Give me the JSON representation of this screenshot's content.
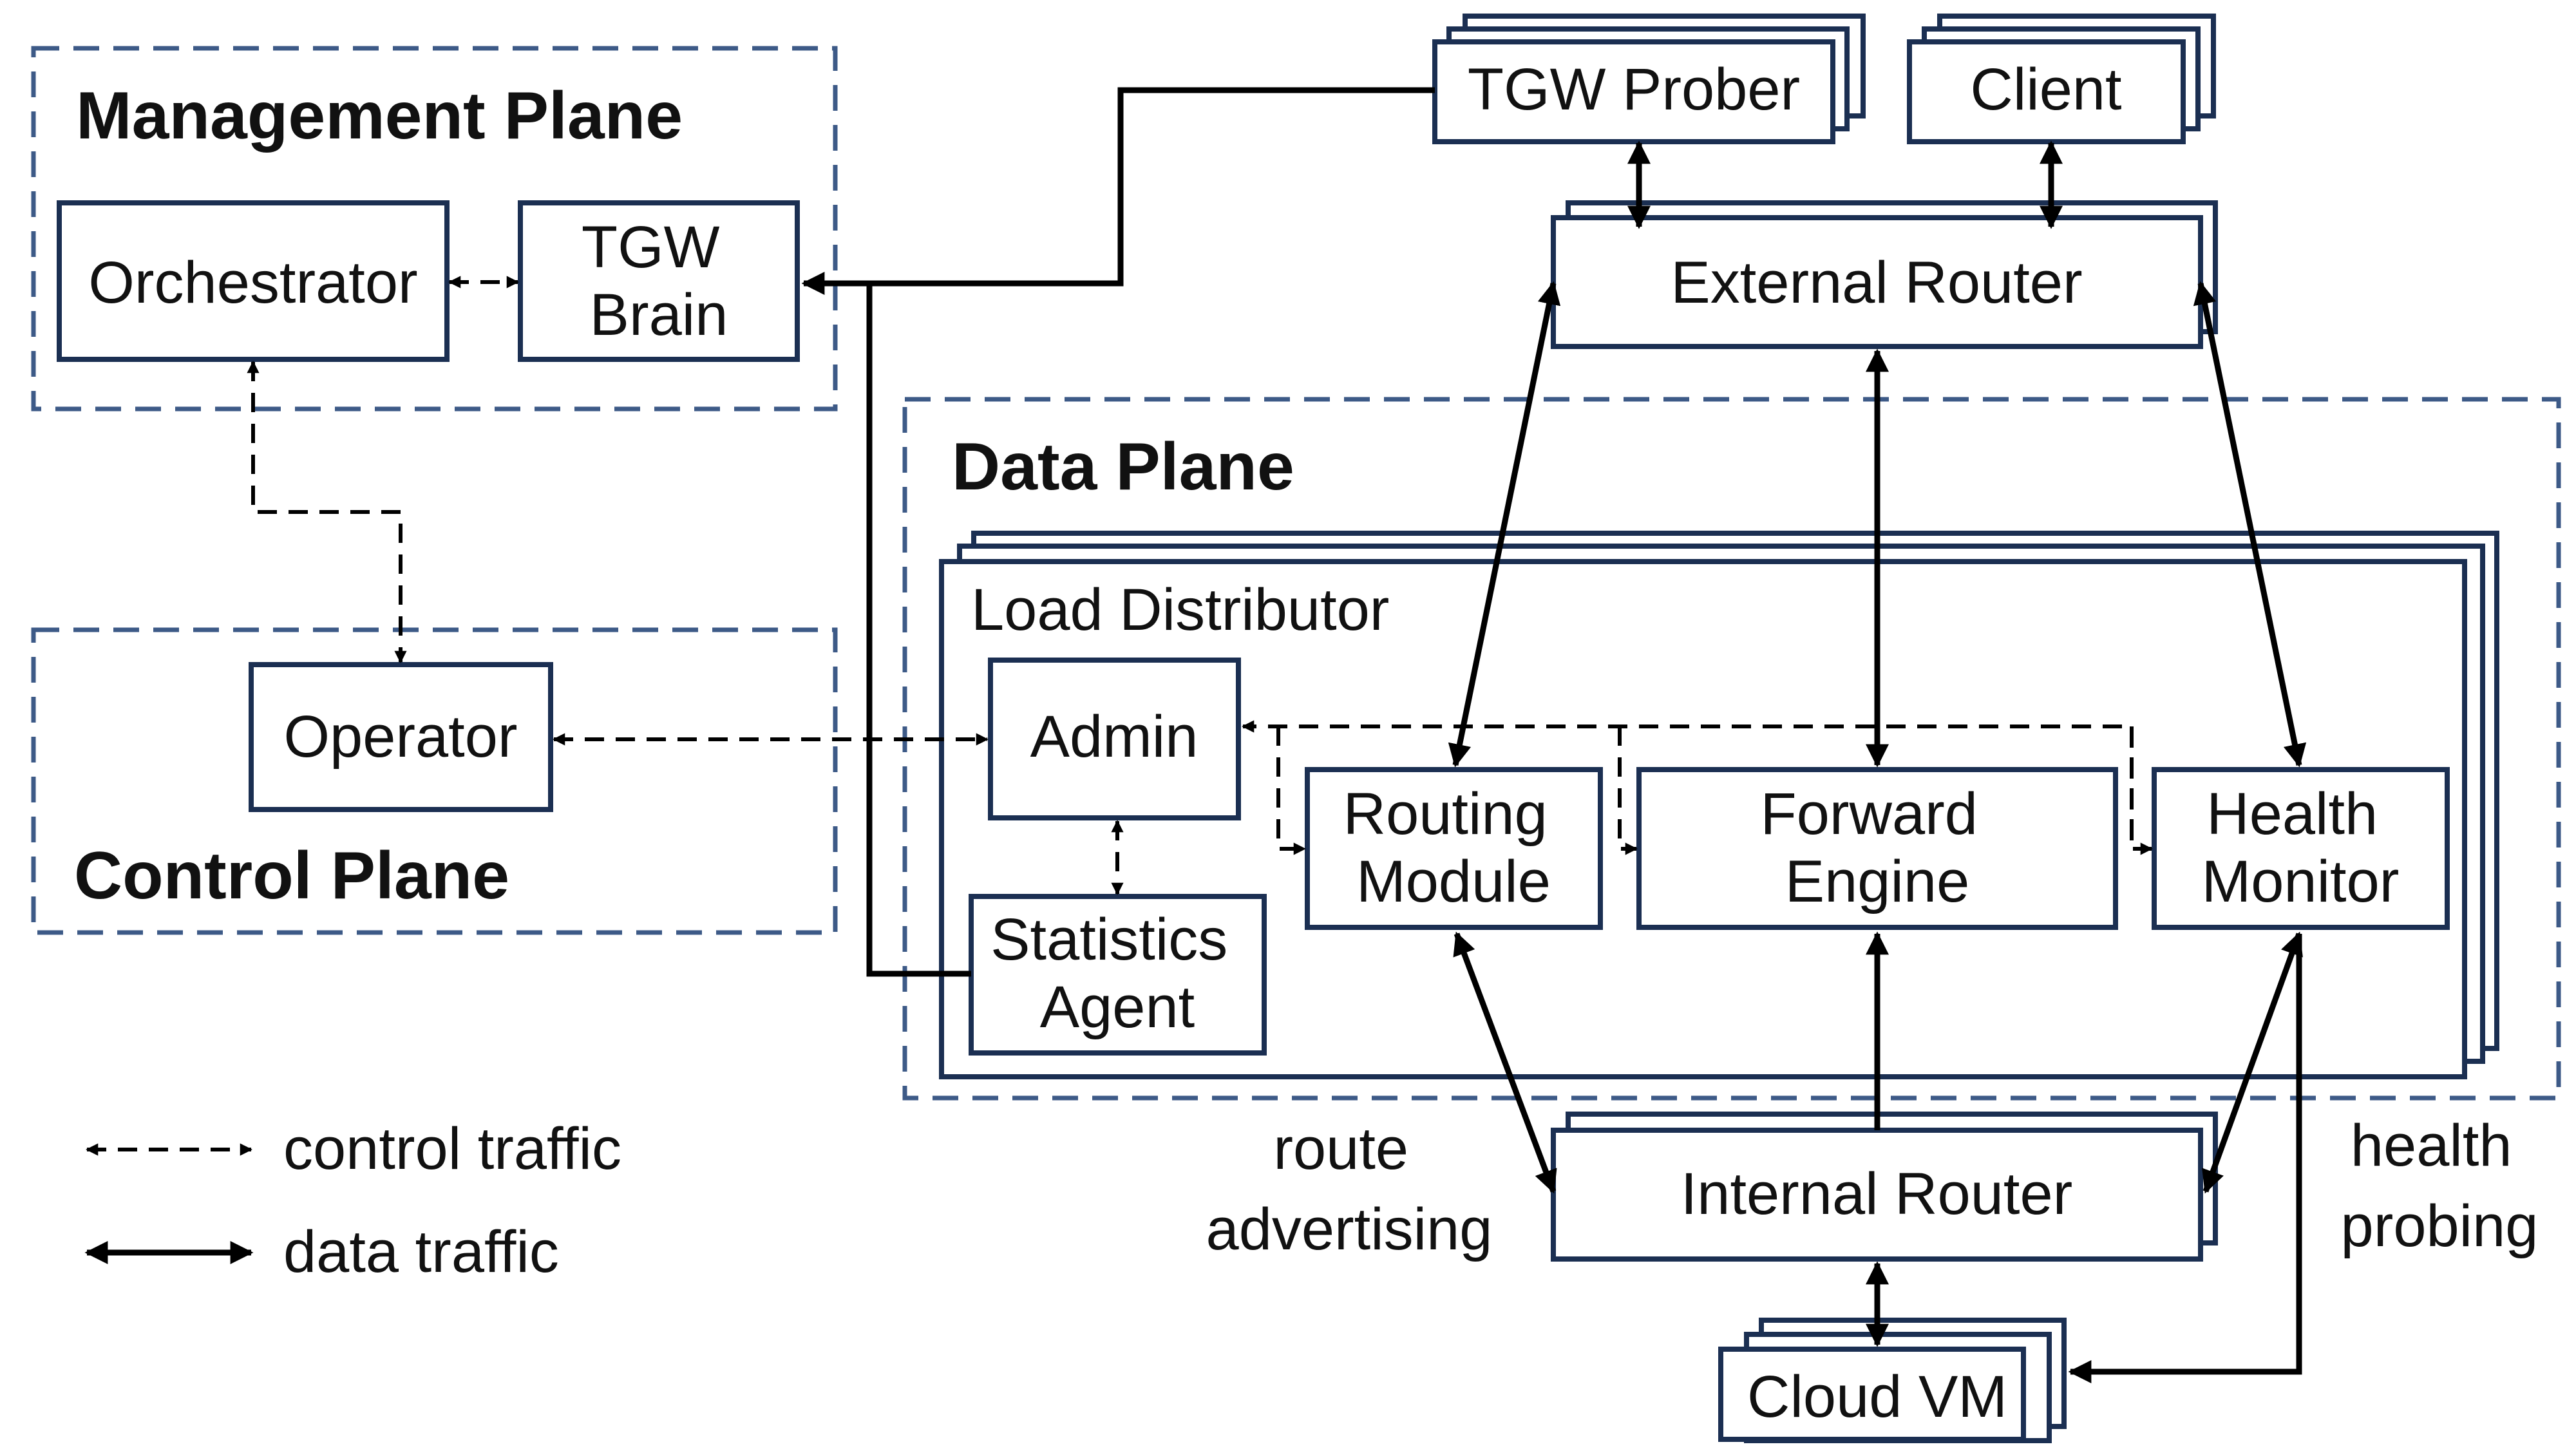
{
  "planes": {
    "management": "Management Plane",
    "control": "Control Plane",
    "data": "Data Plane"
  },
  "nodes": {
    "orchestrator": "Orchestrator",
    "tgw_brain": [
      "TGW",
      "Brain"
    ],
    "operator": "Operator",
    "tgw_prober": "TGW Prober",
    "client": "Client",
    "external_router": "External Router",
    "load_distributor": "Load Distributor",
    "admin": "Admin",
    "statistics_agent": [
      "Statistics",
      "Agent"
    ],
    "routing_module": [
      "Routing",
      "Module"
    ],
    "forward_engine": [
      "Forward",
      "Engine"
    ],
    "health_monitor": [
      "Health",
      "Monitor"
    ],
    "internal_router": "Internal Router",
    "cloud_vm": "Cloud VM"
  },
  "annotations": {
    "route_advertising": [
      "route",
      "advertising"
    ],
    "health_probing": [
      "health",
      "probing"
    ]
  },
  "legend": {
    "control": "control traffic",
    "data": "data traffic"
  }
}
